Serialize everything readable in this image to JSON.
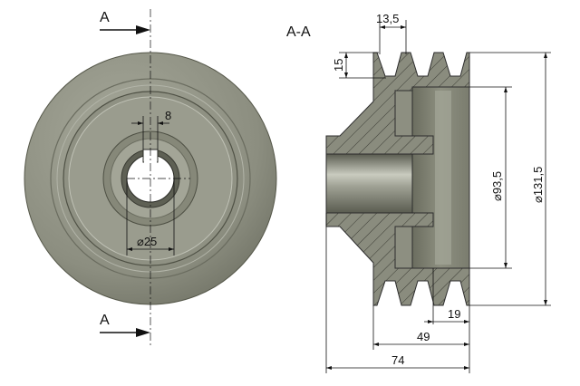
{
  "section_marker_top": "A",
  "section_marker_bottom": "A",
  "section_title": "A-A",
  "dimensions": {
    "keyway_width": "8",
    "bore_diameter": "⌀25",
    "groove_pitch": "13,5",
    "groove_depth": "15",
    "inner_diameter": "⌀93,5",
    "outer_diameter": "⌀131,5",
    "rim_width": "19",
    "groove_section_length": "49",
    "overall_length": "74"
  },
  "colors": {
    "body_fill": "#8e9081",
    "body_shadow": "#6b6d5f",
    "body_highlight": "#c4c6ba",
    "hatch": "#3b3c34"
  }
}
